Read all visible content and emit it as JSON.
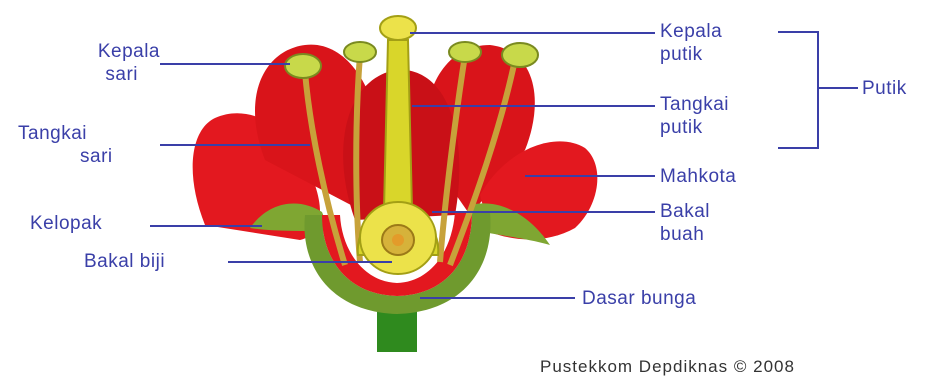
{
  "labels": {
    "kepala_sari": [
      "Kepala",
      "sari"
    ],
    "tangkai_sari": [
      "Tangkai",
      "sari"
    ],
    "kelopak": "Kelopak",
    "bakal_biji": "Bakal biji",
    "kepala_putik": [
      "Kepala",
      "putik"
    ],
    "tangkai_putik": [
      "Tangkai",
      "putik"
    ],
    "putik": "Putik",
    "mahkota": "Mahkota",
    "bakal_buah": [
      "Bakal",
      "buah"
    ],
    "dasar_bunga": "Dasar bunga"
  },
  "credit": "Pustekkom Depdiknas © 2008",
  "colors": {
    "label_text": "#3a3fa8",
    "leader_line": "#3a3fa8",
    "petal": "#e3181f",
    "petal_dark": "#b80f14",
    "sepal": "#7fa632",
    "stem": "#2f8a1e",
    "pistil": "#d9d62a",
    "ovary": "#ece24a",
    "anther": "#c8d94a",
    "filament": "#c7a23a"
  }
}
